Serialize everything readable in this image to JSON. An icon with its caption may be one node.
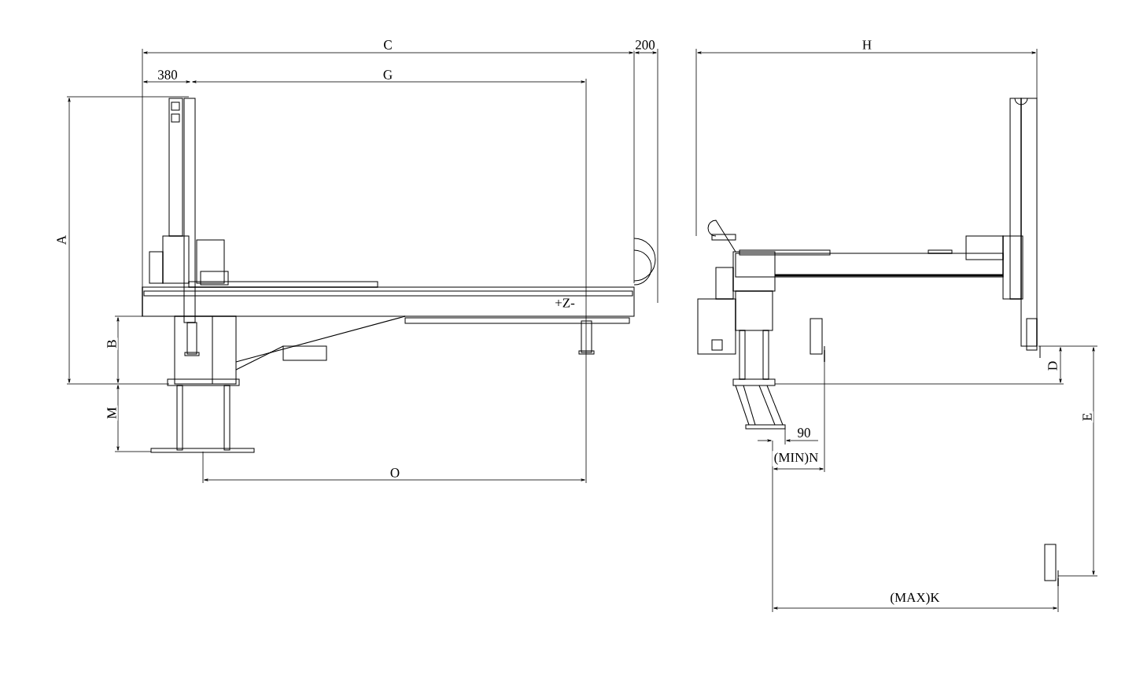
{
  "diagram": {
    "labels": [
      "C",
      "200",
      "H",
      "380",
      "G",
      "A",
      "+Z-",
      "B",
      "D",
      "E",
      "M",
      "90",
      "(MIN)N",
      "O",
      "(MAX)K"
    ]
  }
}
